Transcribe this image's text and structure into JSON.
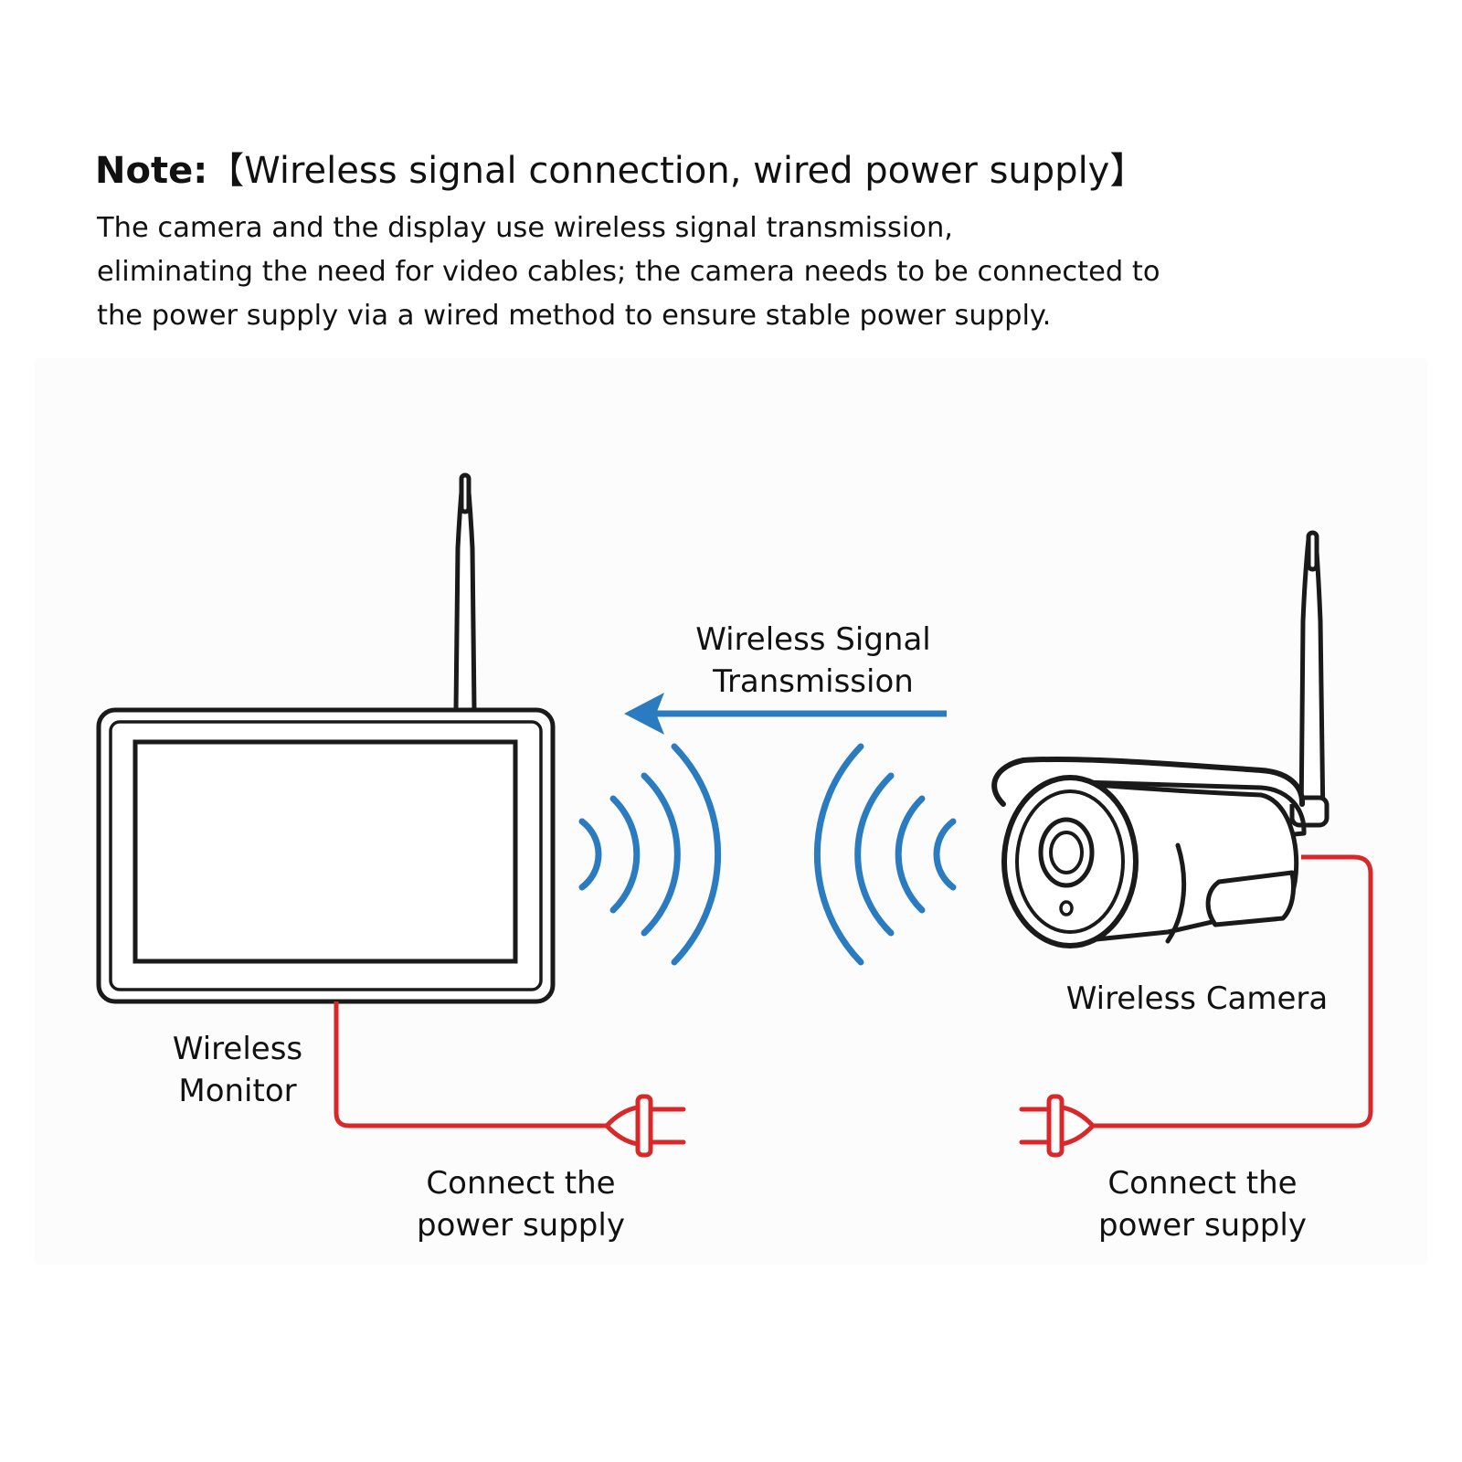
{
  "note": {
    "label": "Note:",
    "title": "【Wireless signal connection, wired power supply】",
    "body_lines": [
      "The camera and the display use wireless signal transmission,",
      "eliminating the need for video cables; the camera needs to be connected to",
      "the power supply via a wired method to ensure stable power supply."
    ]
  },
  "diagram": {
    "signal_label_lines": [
      "Wireless Signal",
      "Transmission"
    ],
    "monitor_label_lines": [
      "Wireless",
      "Monitor"
    ],
    "camera_label": "Wireless Camera",
    "monitor_power_label_lines": [
      "Connect the",
      "power supply"
    ],
    "camera_power_label_lines": [
      "Connect the",
      "power supply"
    ]
  },
  "icons": {
    "monitor": "wireless-monitor-icon",
    "camera": "bullet-camera-icon",
    "antenna": "antenna-icon",
    "plug": "power-plug-icon",
    "signal": "signal-wave-icon",
    "arrow": "arrow-left-icon"
  },
  "colors": {
    "signal": "#2a7bbf",
    "power_cable": "#d8282a",
    "outline": "#1a1a1a"
  }
}
